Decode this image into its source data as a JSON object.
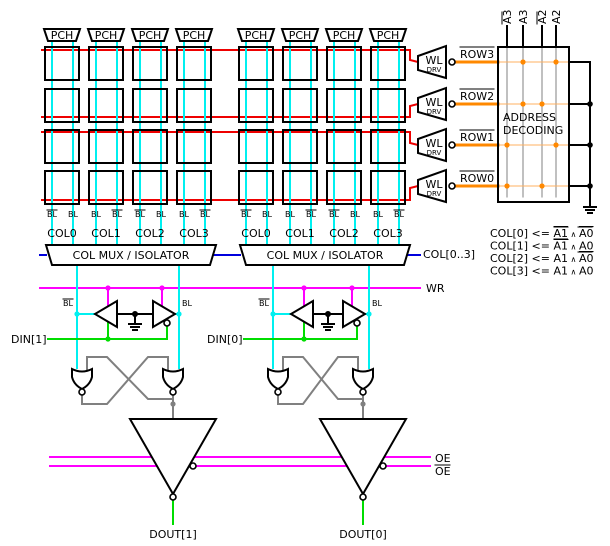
{
  "title": "SRAM memory array block diagram",
  "colors": {
    "wordline": "#ee0000",
    "bitline": "#00f0f0",
    "write_enable": "#ff00ff",
    "data_in": "#00dd00",
    "row_select": "#ff8800",
    "col_select": "#0000dd",
    "latch": "#808080",
    "outline": "#000000"
  },
  "precharge_label": "PCH",
  "bitline_labels": {
    "bl": "BL",
    "bl_bar": "BL"
  },
  "banks": [
    {
      "id": "bank1",
      "columns": [
        "COL0",
        "COL1",
        "COL2",
        "COL3"
      ],
      "bitline_pairs": [
        [
          "BL_BAR",
          "BL"
        ],
        [
          "BL",
          "BL_BAR"
        ],
        [
          "BL_BAR",
          "BL"
        ],
        [
          "BL",
          "BL_BAR"
        ]
      ],
      "mux_label": "COL MUX / ISOLATOR",
      "din_label": "DIN[1]",
      "dout_label": "DOUT[1]"
    },
    {
      "id": "bank0",
      "columns": [
        "COL0",
        "COL1",
        "COL2",
        "COL3"
      ],
      "bitline_pairs": [
        [
          "BL_BAR",
          "BL"
        ],
        [
          "BL",
          "BL_BAR"
        ],
        [
          "BL_BAR",
          "BL"
        ],
        [
          "BL",
          "BL_BAR"
        ]
      ],
      "mux_label": "COL MUX / ISOLATOR",
      "din_label": "DIN[0]",
      "dout_label": "DOUT[0]"
    }
  ],
  "rows": 4,
  "wordline_drivers": [
    {
      "label": "WL",
      "sublabel": "DRV",
      "row_signal": "ROW3",
      "inverted": true
    },
    {
      "label": "WL",
      "sublabel": "DRV",
      "row_signal": "ROW2",
      "inverted": true
    },
    {
      "label": "WL",
      "sublabel": "DRV",
      "row_signal": "ROW1",
      "inverted": true
    },
    {
      "label": "WL",
      "sublabel": "DRV",
      "row_signal": "ROW0",
      "inverted": true
    }
  ],
  "decoder": {
    "title_line1": "ADDRESS",
    "title_line2": "DECODING",
    "inputs": [
      {
        "label": "A3",
        "inverted": true
      },
      {
        "label": "A3",
        "inverted": false
      },
      {
        "label": "A2",
        "inverted": true
      },
      {
        "label": "A2",
        "inverted": false
      }
    ],
    "row_taps": [
      [
        1,
        3
      ],
      [
        1,
        2
      ],
      [
        0,
        3
      ],
      [
        0,
        2
      ]
    ]
  },
  "col_bus_label": "COL[0..3]",
  "col_equations": [
    {
      "lhs": "COL[0] <= ",
      "a1": "A1",
      "a1_inv": true,
      "and": "∧",
      "a0": "A0",
      "a0_inv": true
    },
    {
      "lhs": "COL[1] <= ",
      "a1": "A1",
      "a1_inv": true,
      "and": "∧",
      "a0": "A0",
      "a0_inv": false
    },
    {
      "lhs": "COL[2] <= ",
      "a1": "A1",
      "a1_inv": false,
      "and": "∧",
      "a0": "A0",
      "a0_inv": true
    },
    {
      "lhs": "COL[3] <= ",
      "a1": "A1",
      "a1_inv": false,
      "and": "∧",
      "a0": "A0",
      "a0_inv": false
    }
  ],
  "wr_label": "WR",
  "oe_label": "OE",
  "oe_bar_label": "OE"
}
